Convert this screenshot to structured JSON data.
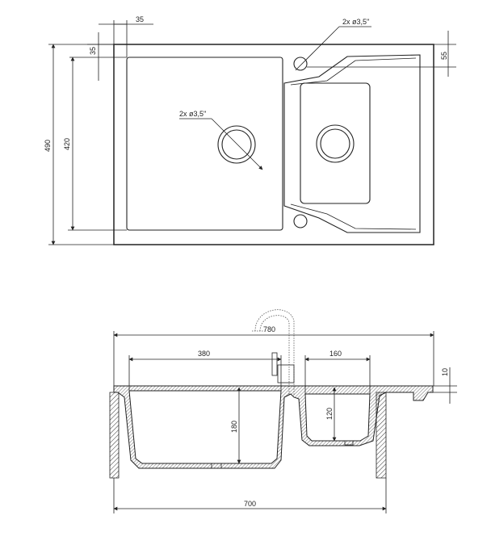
{
  "top_view": {
    "dimensions": {
      "width_35": "35",
      "height_35": "35",
      "height_490": "490",
      "height_420": "420",
      "height_55": "55"
    },
    "callouts": {
      "tap_hole": "2x ø3,5''",
      "drain_main": "2x ø3,5''"
    }
  },
  "side_view": {
    "dimensions": {
      "overall_780": "780",
      "bowl_380": "380",
      "bowl_160": "160",
      "depth_180": "180",
      "depth_120": "120",
      "thickness_10": "10",
      "cutout_700": "700"
    }
  }
}
